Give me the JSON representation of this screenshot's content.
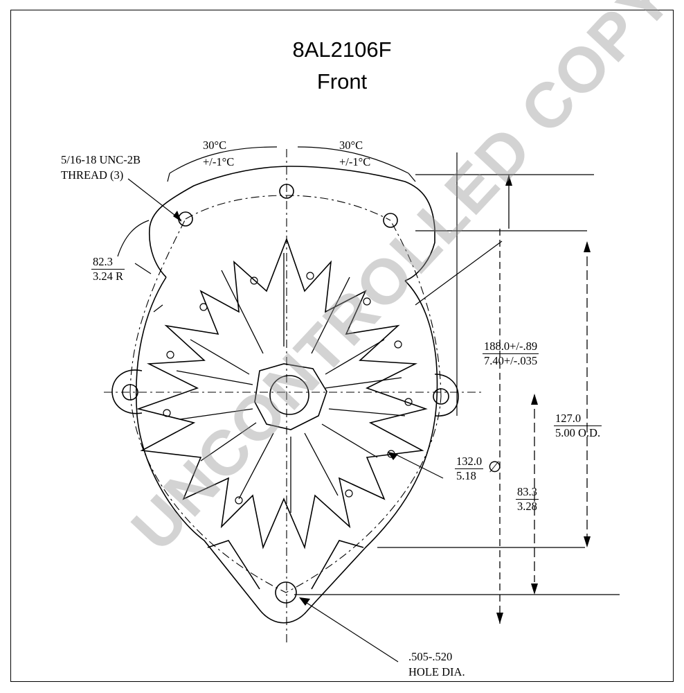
{
  "title": {
    "part_number": "8AL2106F",
    "view": "Front"
  },
  "annotations": {
    "angle_left": {
      "value": "30°C",
      "tolerance": "+/-1°C"
    },
    "angle_right": {
      "value": "30°C",
      "tolerance": "+/-1°C"
    },
    "thread": {
      "line1": "5/16-18 UNC-2B",
      "line2": "THREAD (3)"
    },
    "radius": {
      "metric": "82.3",
      "imperial": "3.24 R"
    },
    "overall_height": {
      "metric": "188.0+/-.89",
      "imperial": "7.40+/-.035"
    },
    "body_od": {
      "metric": "127.0",
      "imperial": "5.00 O.D."
    },
    "bolt_circle": {
      "metric": "132.0",
      "imperial": "5.18",
      "symbol": "∅"
    },
    "center_height": {
      "metric": "83.3",
      "imperial": "3.28"
    },
    "hole": {
      "line1": ".505-.520",
      "line2": "HOLE DIA."
    }
  },
  "watermark": {
    "text": "UNCONTROLLED COPY",
    "color": "#969696"
  }
}
